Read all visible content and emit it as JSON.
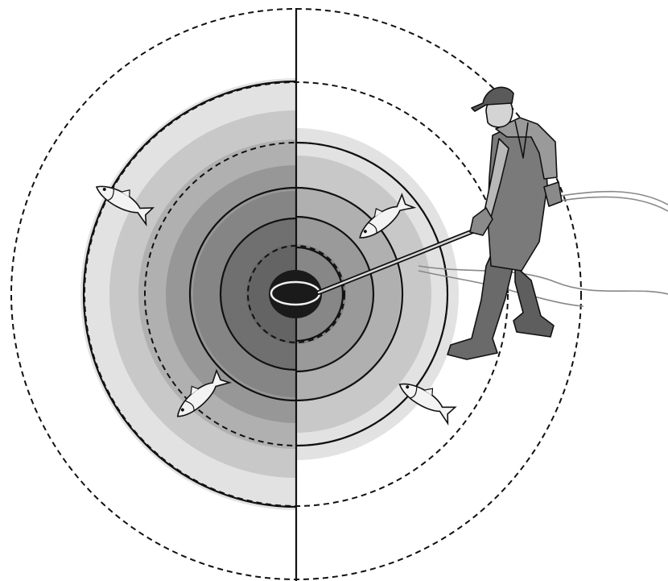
{
  "diagram": {
    "ring_count_left_half": 4,
    "dashed_ring_count": 4,
    "fish_count": 4,
    "colors": {
      "outer_band": "#e2e2e2",
      "mid_band_1": "#c6c6c6",
      "mid_band_2": "#a9a9a9",
      "mid_band_3": "#8d8d8d",
      "inner_band": "#727272",
      "core": "#1a1a1a",
      "line": "#111111",
      "man_clothes": "#7a7a7a",
      "man_skin": "#d4d4d4"
    },
    "icons": [
      "fish-icon",
      "fisherman-figure",
      "dip-net-icon",
      "water-hose-icon"
    ]
  }
}
